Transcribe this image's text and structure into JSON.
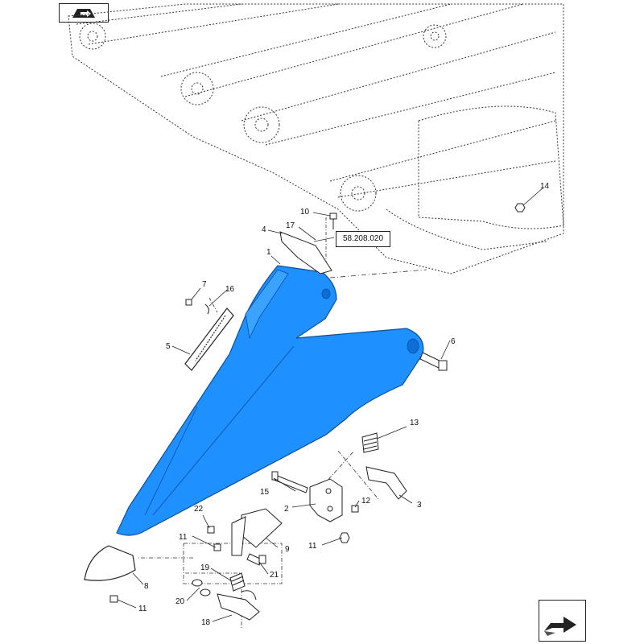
{
  "reference_box": "58.208.020",
  "callouts": {
    "n1": "1",
    "n2": "2",
    "n3": "3",
    "n4": "4",
    "n5": "5",
    "n6": "6",
    "n7": "7",
    "n8": "8",
    "n9": "9",
    "n10": "10",
    "n11a": "11",
    "n11b": "11",
    "n11c": "11",
    "n12": "12",
    "n13": "13",
    "n14": "14",
    "n15": "15",
    "n16": "16",
    "n17": "17",
    "n18": "18",
    "n19": "19",
    "n20": "20",
    "n21": "21",
    "n22": "22"
  },
  "icons": {
    "top_left": "book-page-nav-icon",
    "bottom_right": "next-page-arrow-icon"
  },
  "colors": {
    "highlight_part": "#1e90ff",
    "line_art": "#333333",
    "background": "#ffffff"
  }
}
